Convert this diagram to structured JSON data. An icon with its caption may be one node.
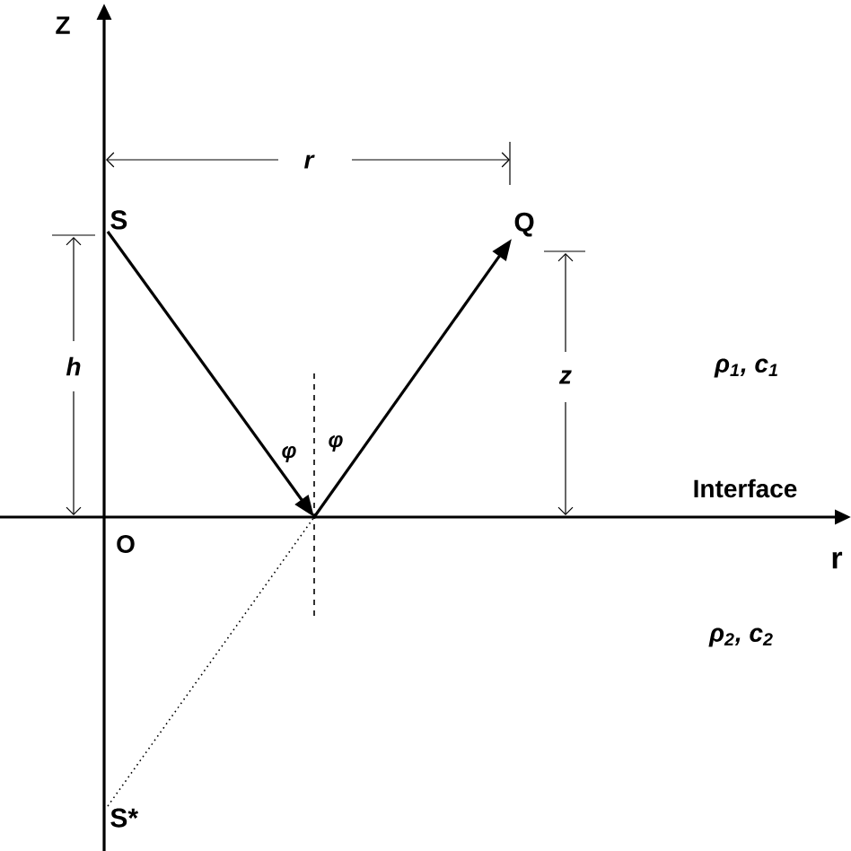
{
  "diagram": {
    "nodes": [
      {
        "text": [
          "S"
        ]
      },
      {
        "text": [
          "Q"
        ]
      },
      {
        "text": [],
        "shape": "point"
      },
      {
        "text": [
          "S*"
        ]
      }
    ],
    "edges": [
      {
        "from": 0,
        "to": 2,
        "arrow": "to"
      },
      {
        "from": 2,
        "to": 1,
        "arrow": "to"
      },
      {
        "from": 3,
        "to": 2,
        "arrow": "none",
        "style": "dashed"
      }
    ],
    "labels": [
      "Z",
      "r",
      "h",
      "z",
      "ρ$_{1}$, c$_{1}$",
      "φ",
      "φ",
      "Interface",
      "O",
      "r",
      "ρ$_{2}$, c$_{2}$"
    ]
  }
}
